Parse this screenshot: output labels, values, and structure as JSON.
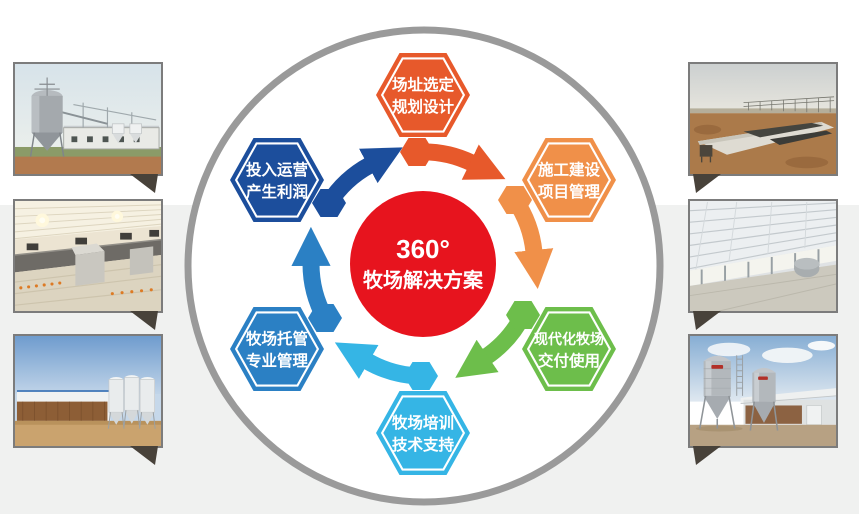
{
  "page": {
    "background_color": "#ffffff",
    "band_color": "#f0f1f0"
  },
  "diagram": {
    "ring_color": "#9a9a9a",
    "center": {
      "line1": "360°",
      "line2": "牧场解决方案",
      "color": "#e7141e",
      "text_color": "#ffffff"
    },
    "nodes": [
      {
        "id": "site-planning",
        "line1": "场址选定",
        "line2": "规划设计",
        "color": "#e7592b"
      },
      {
        "id": "construction-pm",
        "line1": "施工建设",
        "line2": "项目管理",
        "color": "#f09049"
      },
      {
        "id": "modern-farm-delivery",
        "line1": "现代化牧场",
        "line2": "交付使用",
        "color": "#6dbe4b"
      },
      {
        "id": "training-support",
        "line1": "牧场培训",
        "line2": "技术支持",
        "color": "#35b5e5"
      },
      {
        "id": "farm-trust-management",
        "line1": "牧场托管",
        "line2": "专业管理",
        "color": "#2b80c4"
      },
      {
        "id": "operation-profit",
        "line1": "投入运营",
        "line2": "产生利润",
        "color": "#1c4e9c"
      }
    ]
  },
  "photos": {
    "left": [
      {
        "id": "feed-silo-exterior"
      },
      {
        "id": "poultry-house-interior"
      },
      {
        "id": "barn-with-white-silos"
      }
    ],
    "right": [
      {
        "id": "construction-foundation-site"
      },
      {
        "id": "barn-frame-interior"
      },
      {
        "id": "twin-silos-and-barn"
      }
    ]
  }
}
